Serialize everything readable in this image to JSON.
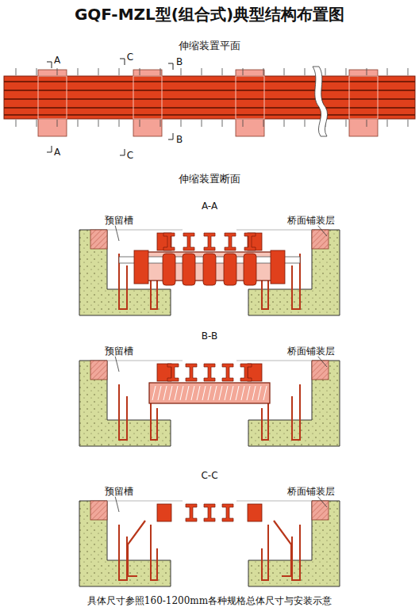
{
  "diagram": {
    "title": "GQF-MZL型(组合式)典型结构布置图",
    "caption": "具体尺寸参照160-1200mm各种规格总体尺寸与安装示意",
    "labels": [
      "伸缩装置平面",
      "A",
      "C",
      "B",
      "A",
      "C",
      "B",
      "伸缩装置断面",
      "A-A",
      "预留槽",
      "桥面铺装层",
      "B-B",
      "预留槽",
      "桥面铺装层",
      "C-C",
      "预留槽",
      "桥面铺装层"
    ]
  }
}
